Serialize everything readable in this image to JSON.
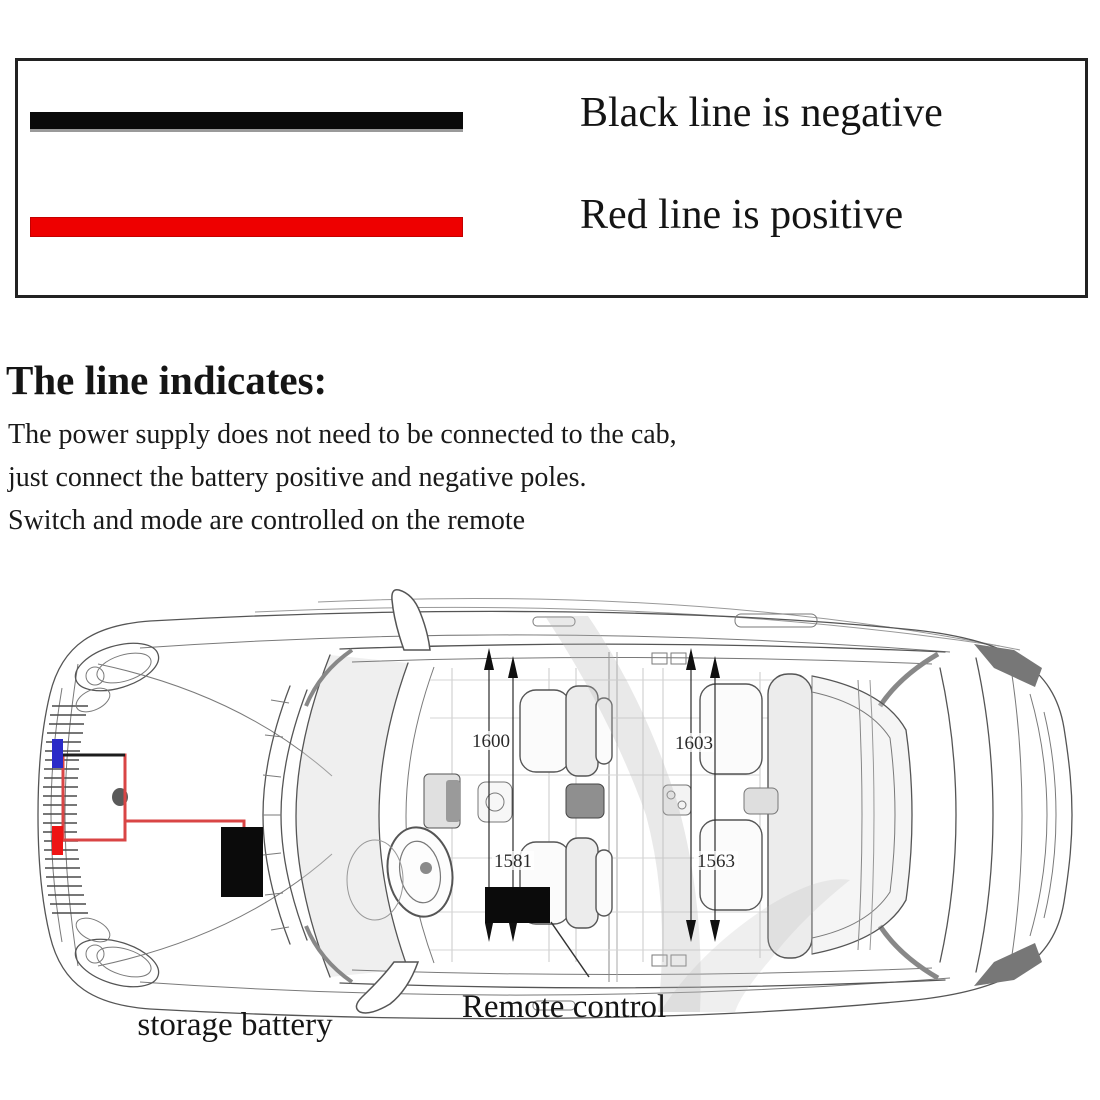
{
  "legend": {
    "items": [
      {
        "name": "negative",
        "label": "Black line is negative",
        "color": "#0a0a0a"
      },
      {
        "name": "positive",
        "label": "Red line is positive",
        "color": "#ee0000"
      }
    ]
  },
  "note": {
    "heading": "The line indicates:",
    "lines": [
      "The power supply does not need to be connected to the cab,",
      "just connect the battery positive and negative poles.",
      "Switch and mode are controlled on the remote"
    ]
  },
  "diagram": {
    "dim_labels": {
      "front_top": "1600",
      "front_bottom": "1581",
      "rear_top": "1603",
      "rear_bottom": "1563"
    },
    "captions": {
      "battery": "storage battery",
      "remote": "Remote control"
    },
    "colors": {
      "wire_red": "#d94545",
      "wire_black": "#1c1c1c",
      "negative_terminal": "#2a2ac8",
      "positive_terminal": "#ee1414",
      "component_black": "#0b0b0b"
    }
  }
}
